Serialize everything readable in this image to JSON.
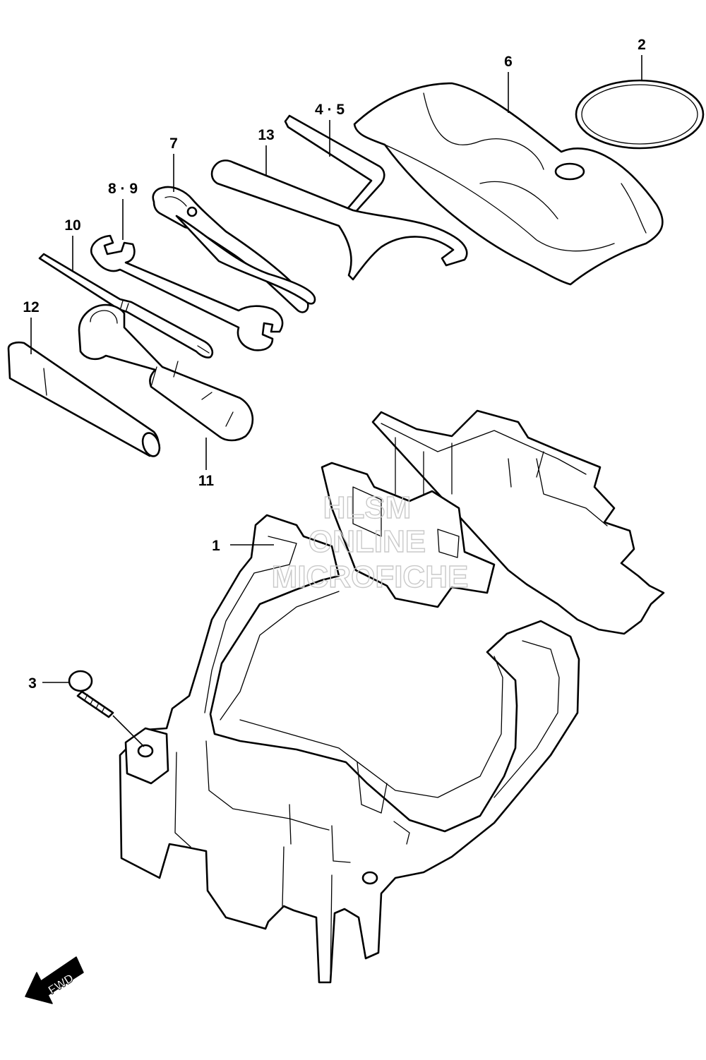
{
  "callouts": {
    "c1": "1",
    "c2": "2",
    "c3": "3",
    "c45": "4 · 5",
    "c6": "6",
    "c7": "7",
    "c89": "8 · 9",
    "c10": "10",
    "c11": "11",
    "c12": "12",
    "c13": "13"
  },
  "fwd": {
    "label": "FWD"
  },
  "watermark": {
    "line1": "HLSM",
    "line2": "ONLINE",
    "line3": "MICROFICHE"
  },
  "colors": {
    "line": "#000000",
    "background": "#ffffff",
    "watermark": "#c9c9c9"
  }
}
